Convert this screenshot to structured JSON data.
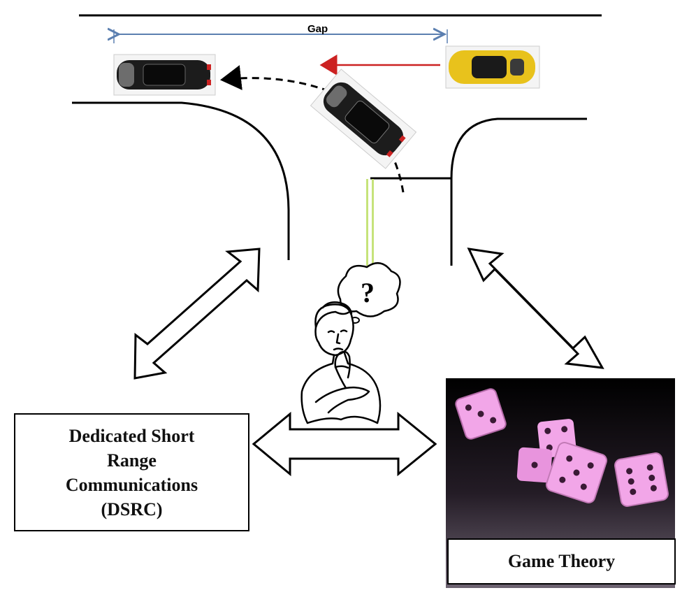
{
  "gap_label": "Gap",
  "dsrc_label": "Dedicated Short\nRange\nCommunications\n(DSRC)",
  "game_theory_label": "Game Theory",
  "question_mark": "?",
  "colors": {
    "gap_arrow": "#5b7fb0",
    "red_arrow": "#cc2222",
    "stop_line": "#c6e37a",
    "yellow_car": "#e8c21c",
    "dark_car": "#1c1c1c",
    "dice": "#f2a6e8",
    "dice_background": "#2a232e"
  },
  "icons": [
    "yellow-car-icon",
    "dark-car-icon",
    "thinking-person-icon",
    "question-bubble-icon",
    "dice-icon"
  ]
}
